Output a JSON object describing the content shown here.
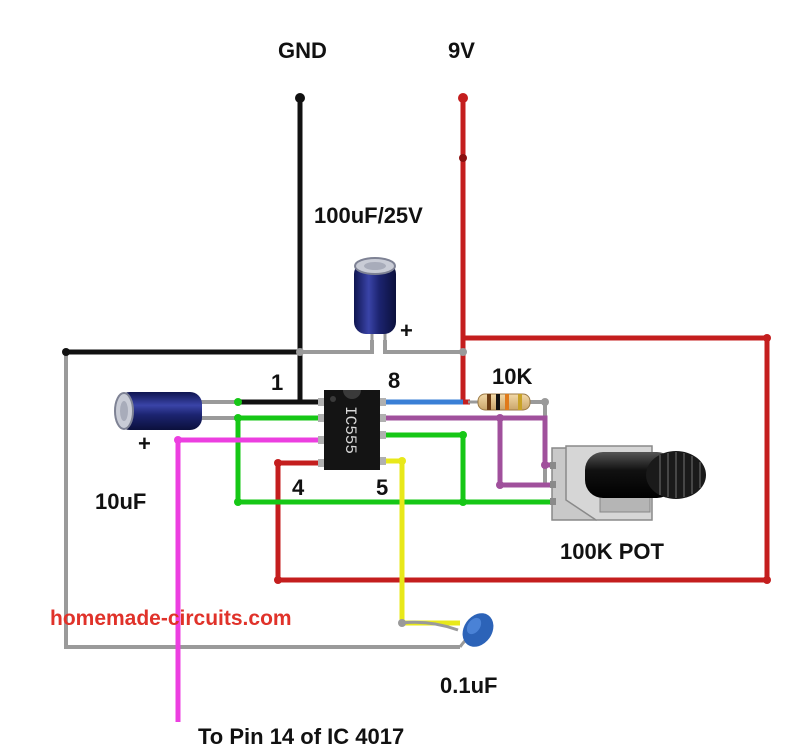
{
  "labels": {
    "gnd": "GND",
    "vcc": "9V",
    "cap_supply": "100uF/25V",
    "cap_supply_plus": "+",
    "pin1": "1",
    "pin8": "8",
    "pin4": "4",
    "pin5": "5",
    "resistor": "10K",
    "cap_timing": "10uF",
    "cap_timing_plus": "+",
    "pot": "100K POT",
    "cap_ctrl": "0.1uF",
    "output": "To Pin 14 of IC 4017",
    "ic_marking": "IC555",
    "watermark": "homemade-circuits.com"
  },
  "colors": {
    "gnd_wire": "#111111",
    "vcc_wire": "#c41e1e",
    "green_wire": "#16c716",
    "gray_wire": "#9a9a9a",
    "blue_wire": "#3a7fd6",
    "purple_wire": "#a0509c",
    "yellow_wire": "#e8e81a",
    "magenta_wire": "#ec3fe0",
    "watermark": "#e0322a",
    "capacitor": "#1c2470",
    "ceramic_cap": "#2c63b8"
  },
  "icons": [
    "electrolytic-capacitor-icon",
    "ceramic-capacitor-icon",
    "resistor-icon",
    "potentiometer-icon",
    "ic-chip-icon"
  ]
}
